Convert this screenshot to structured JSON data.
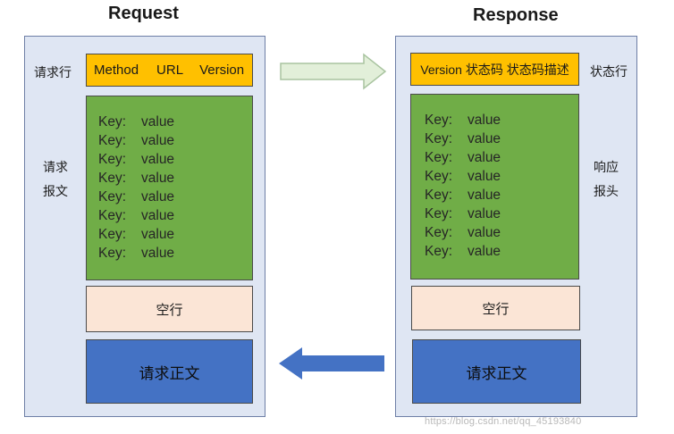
{
  "request": {
    "title": "Request",
    "request_line_label": "请求行",
    "header_label": [
      "请求",
      "报文"
    ],
    "line_parts": [
      "Method",
      "URL",
      "Version"
    ],
    "header_rows": [
      {
        "key": "Key:",
        "value": "value"
      },
      {
        "key": "Key:",
        "value": "value"
      },
      {
        "key": "Key:",
        "value": "value"
      },
      {
        "key": "Key:",
        "value": "value"
      },
      {
        "key": "Key:",
        "value": "value"
      },
      {
        "key": "Key:",
        "value": "value"
      },
      {
        "key": "Key:",
        "value": "value"
      },
      {
        "key": "Key:",
        "value": "value"
      }
    ],
    "blank_line": "空行",
    "body": "请求正文"
  },
  "response": {
    "title": "Response",
    "status_line_label": "状态行",
    "header_label": [
      "响应",
      "报头"
    ],
    "status_line": "Version 状态码 状态码描述",
    "header_rows": [
      {
        "key": "Key:",
        "value": "value"
      },
      {
        "key": "Key:",
        "value": "value"
      },
      {
        "key": "Key:",
        "value": "value"
      },
      {
        "key": "Key:",
        "value": "value"
      },
      {
        "key": "Key:",
        "value": "value"
      },
      {
        "key": "Key:",
        "value": "value"
      },
      {
        "key": "Key:",
        "value": "value"
      },
      {
        "key": "Key:",
        "value": "value"
      }
    ],
    "blank_line": "空行",
    "body": "请求正文"
  },
  "watermark": "https://blog.csdn.net/qq_45193840",
  "colors": {
    "panel": "#dfe6f3",
    "line": "#ffc000",
    "headers": "#70ad47",
    "blank": "#fbe5d6",
    "body": "#4472c4",
    "arrow_request": "#e2efd9",
    "arrow_response": "#4472c4"
  }
}
